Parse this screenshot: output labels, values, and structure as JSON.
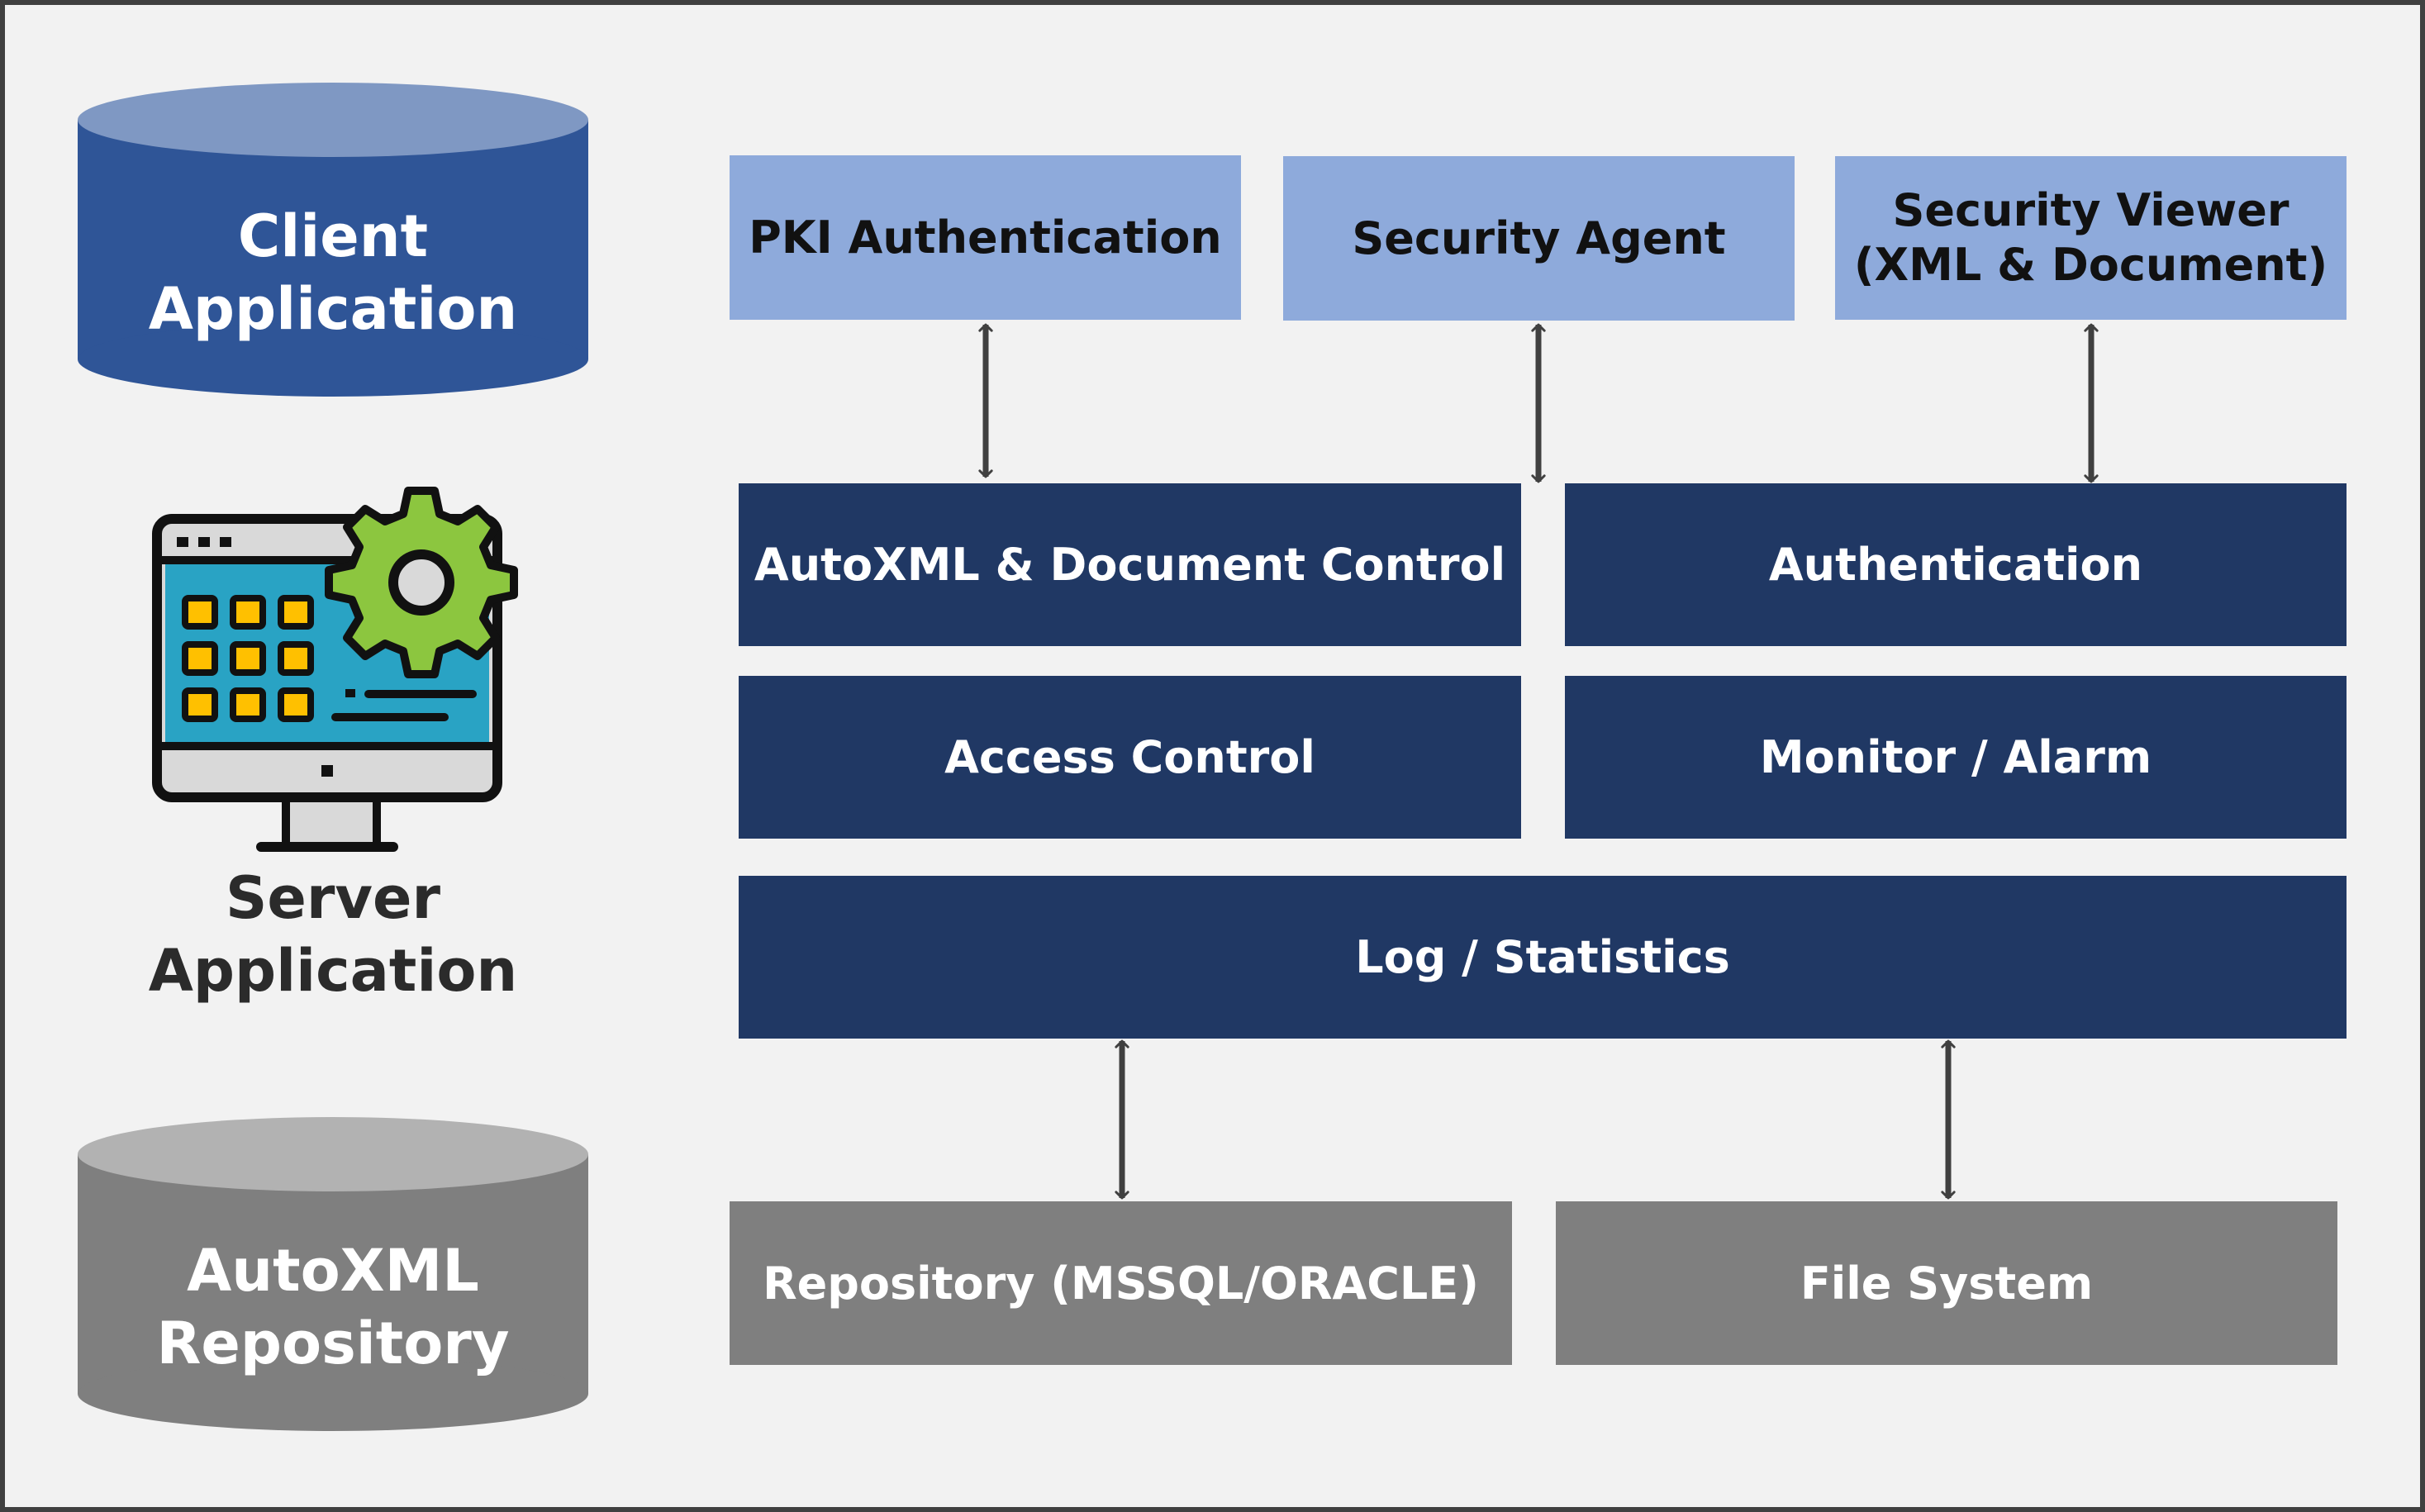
{
  "left": {
    "client_application": "Client\nApplication",
    "server_application": "Server\nApplication",
    "autoxml_repository": "AutoXML\nRepository"
  },
  "top_row": {
    "pki_authentication": "PKI Authentication",
    "security_agent": "Security Agent",
    "security_viewer": "Security Viewer\n(XML & Document)"
  },
  "server_modules": {
    "document_control": "AutoXML & Document Control",
    "authentication": "Authentication",
    "access_control": "Access Control",
    "monitor_alarm": "Monitor / Alarm",
    "log_statistics": "Log / Statistics"
  },
  "storage": {
    "repository": "Repository (MSSQL/ORACLE)",
    "file_system": "File System"
  },
  "colors": {
    "client_cylinder": "#2f5597",
    "repository_cylinder": "#7f7f7f",
    "top_row_boxes": "#8eaadb",
    "server_module_boxes": "#203864",
    "storage_boxes": "#7f7f7f",
    "arrows": "#404040",
    "gear": "#8cc63f",
    "screen": "#29a3c4"
  }
}
